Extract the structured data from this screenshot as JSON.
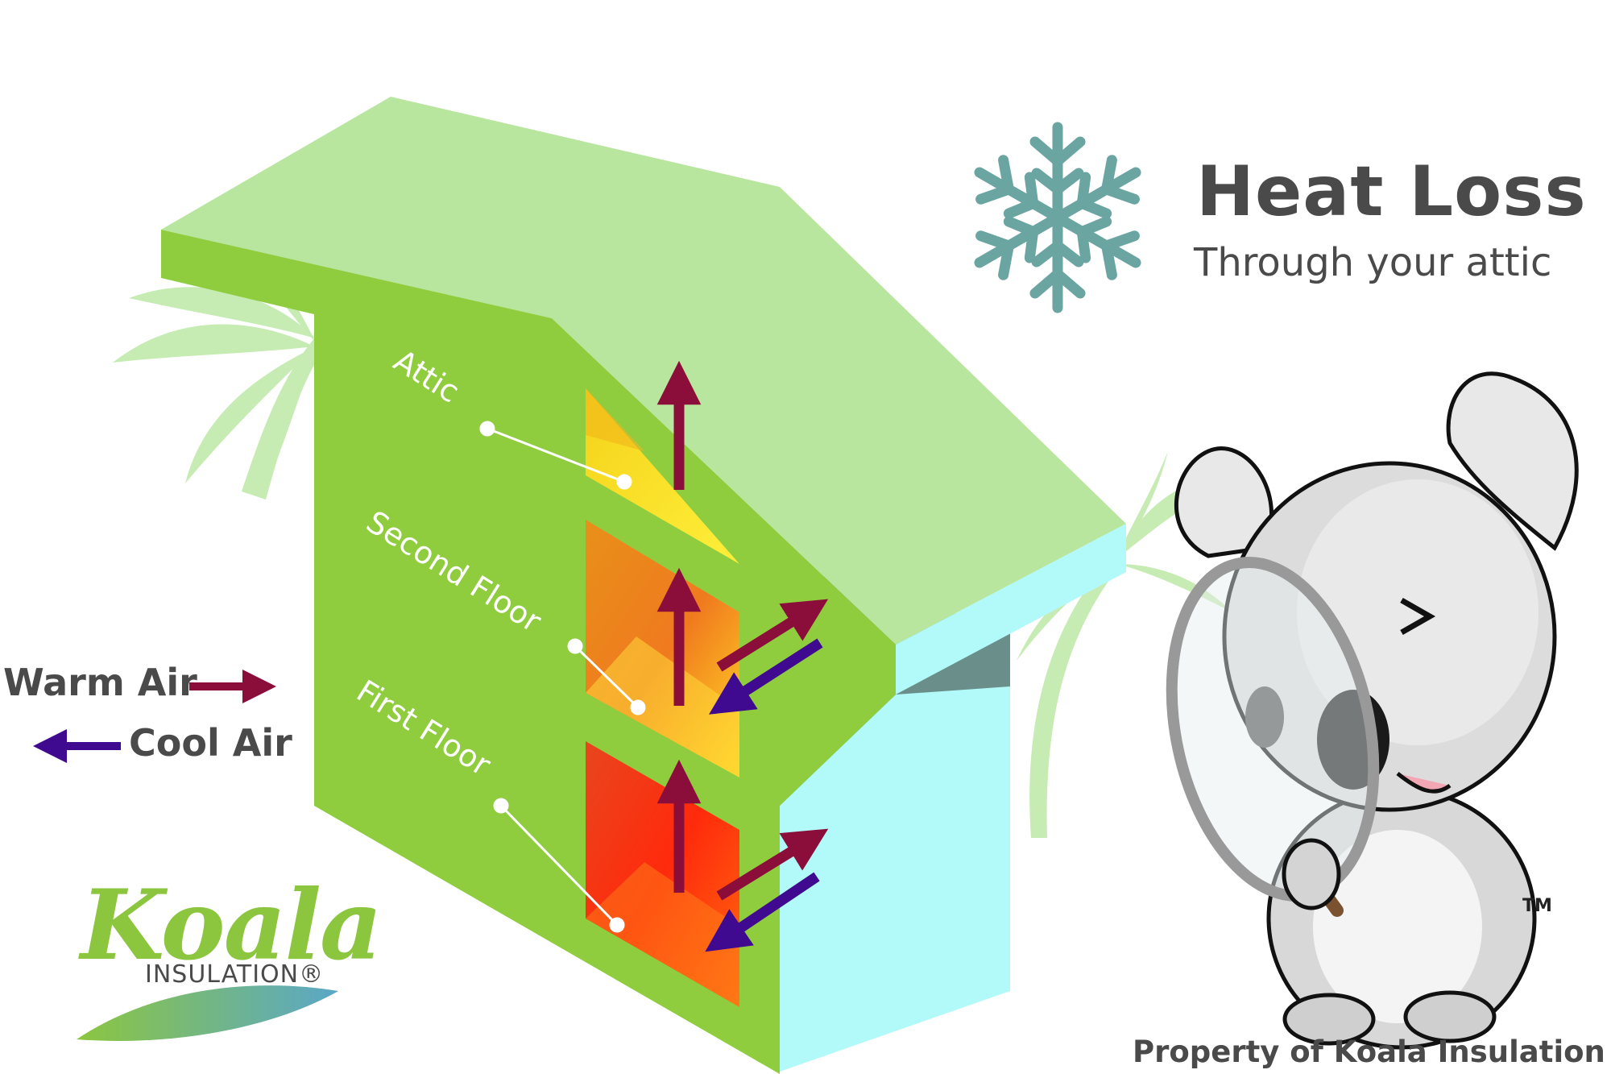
{
  "heading": {
    "title": "Heat Loss",
    "subtitle": "Through your attic",
    "icon": "snowflake-icon",
    "icon_color": "#6aa5a1"
  },
  "floors": {
    "attic": "Attic",
    "second": "Second Floor",
    "first": "First Floor"
  },
  "legend": {
    "warm": "Warm Air",
    "cool": "Cool Air",
    "warm_color": "#8b0e3a",
    "cool_color": "#3f0a8f"
  },
  "brand": {
    "name": "Koala",
    "sub": "INSULATION®",
    "color": "#8cc63f"
  },
  "footer": {
    "property": "Property of Koala Insulation",
    "trademark": "TM"
  },
  "colors": {
    "house_front": "#8fcd3f",
    "roof_top": "#b9e69e",
    "wall_side": "#b2f9f9",
    "wall_shadow": "#6a8f8b",
    "palm": "#c6ebb3"
  }
}
